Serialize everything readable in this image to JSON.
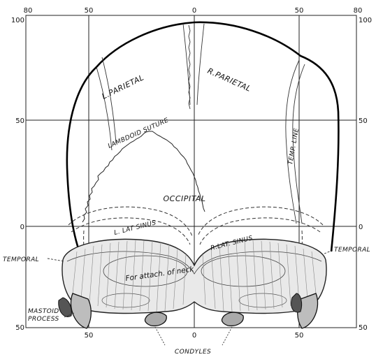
{
  "axes": {
    "top_ticks": [
      "80",
      "50",
      "0",
      "50",
      "80"
    ],
    "left_ticks": [
      "100",
      "50",
      "0",
      "50"
    ],
    "right_ticks": [
      "100",
      "50",
      "0",
      "50"
    ],
    "bottom_ticks": [
      "50",
      "0",
      "50"
    ]
  },
  "labels": {
    "l_parietal": "L.PARIETAL",
    "r_parietal": "R.PARIETAL",
    "lambdoid_suture": "LAMBDOID SUTURE",
    "temp_line": "TEMP. LINE",
    "occipital": "OCCIPITAL",
    "l_lat_sinus": "L. LAT SINUS",
    "r_lat_sinus": "R.LAT. SINUS",
    "temporal_left": "TEMPORAL",
    "temporal_right": "TEMPORAL",
    "neck_attach": "For attach. of neck",
    "mastoid_line1": "MASTOID",
    "mastoid_line2": "PROCESS",
    "condyles": "CONDYLES"
  }
}
